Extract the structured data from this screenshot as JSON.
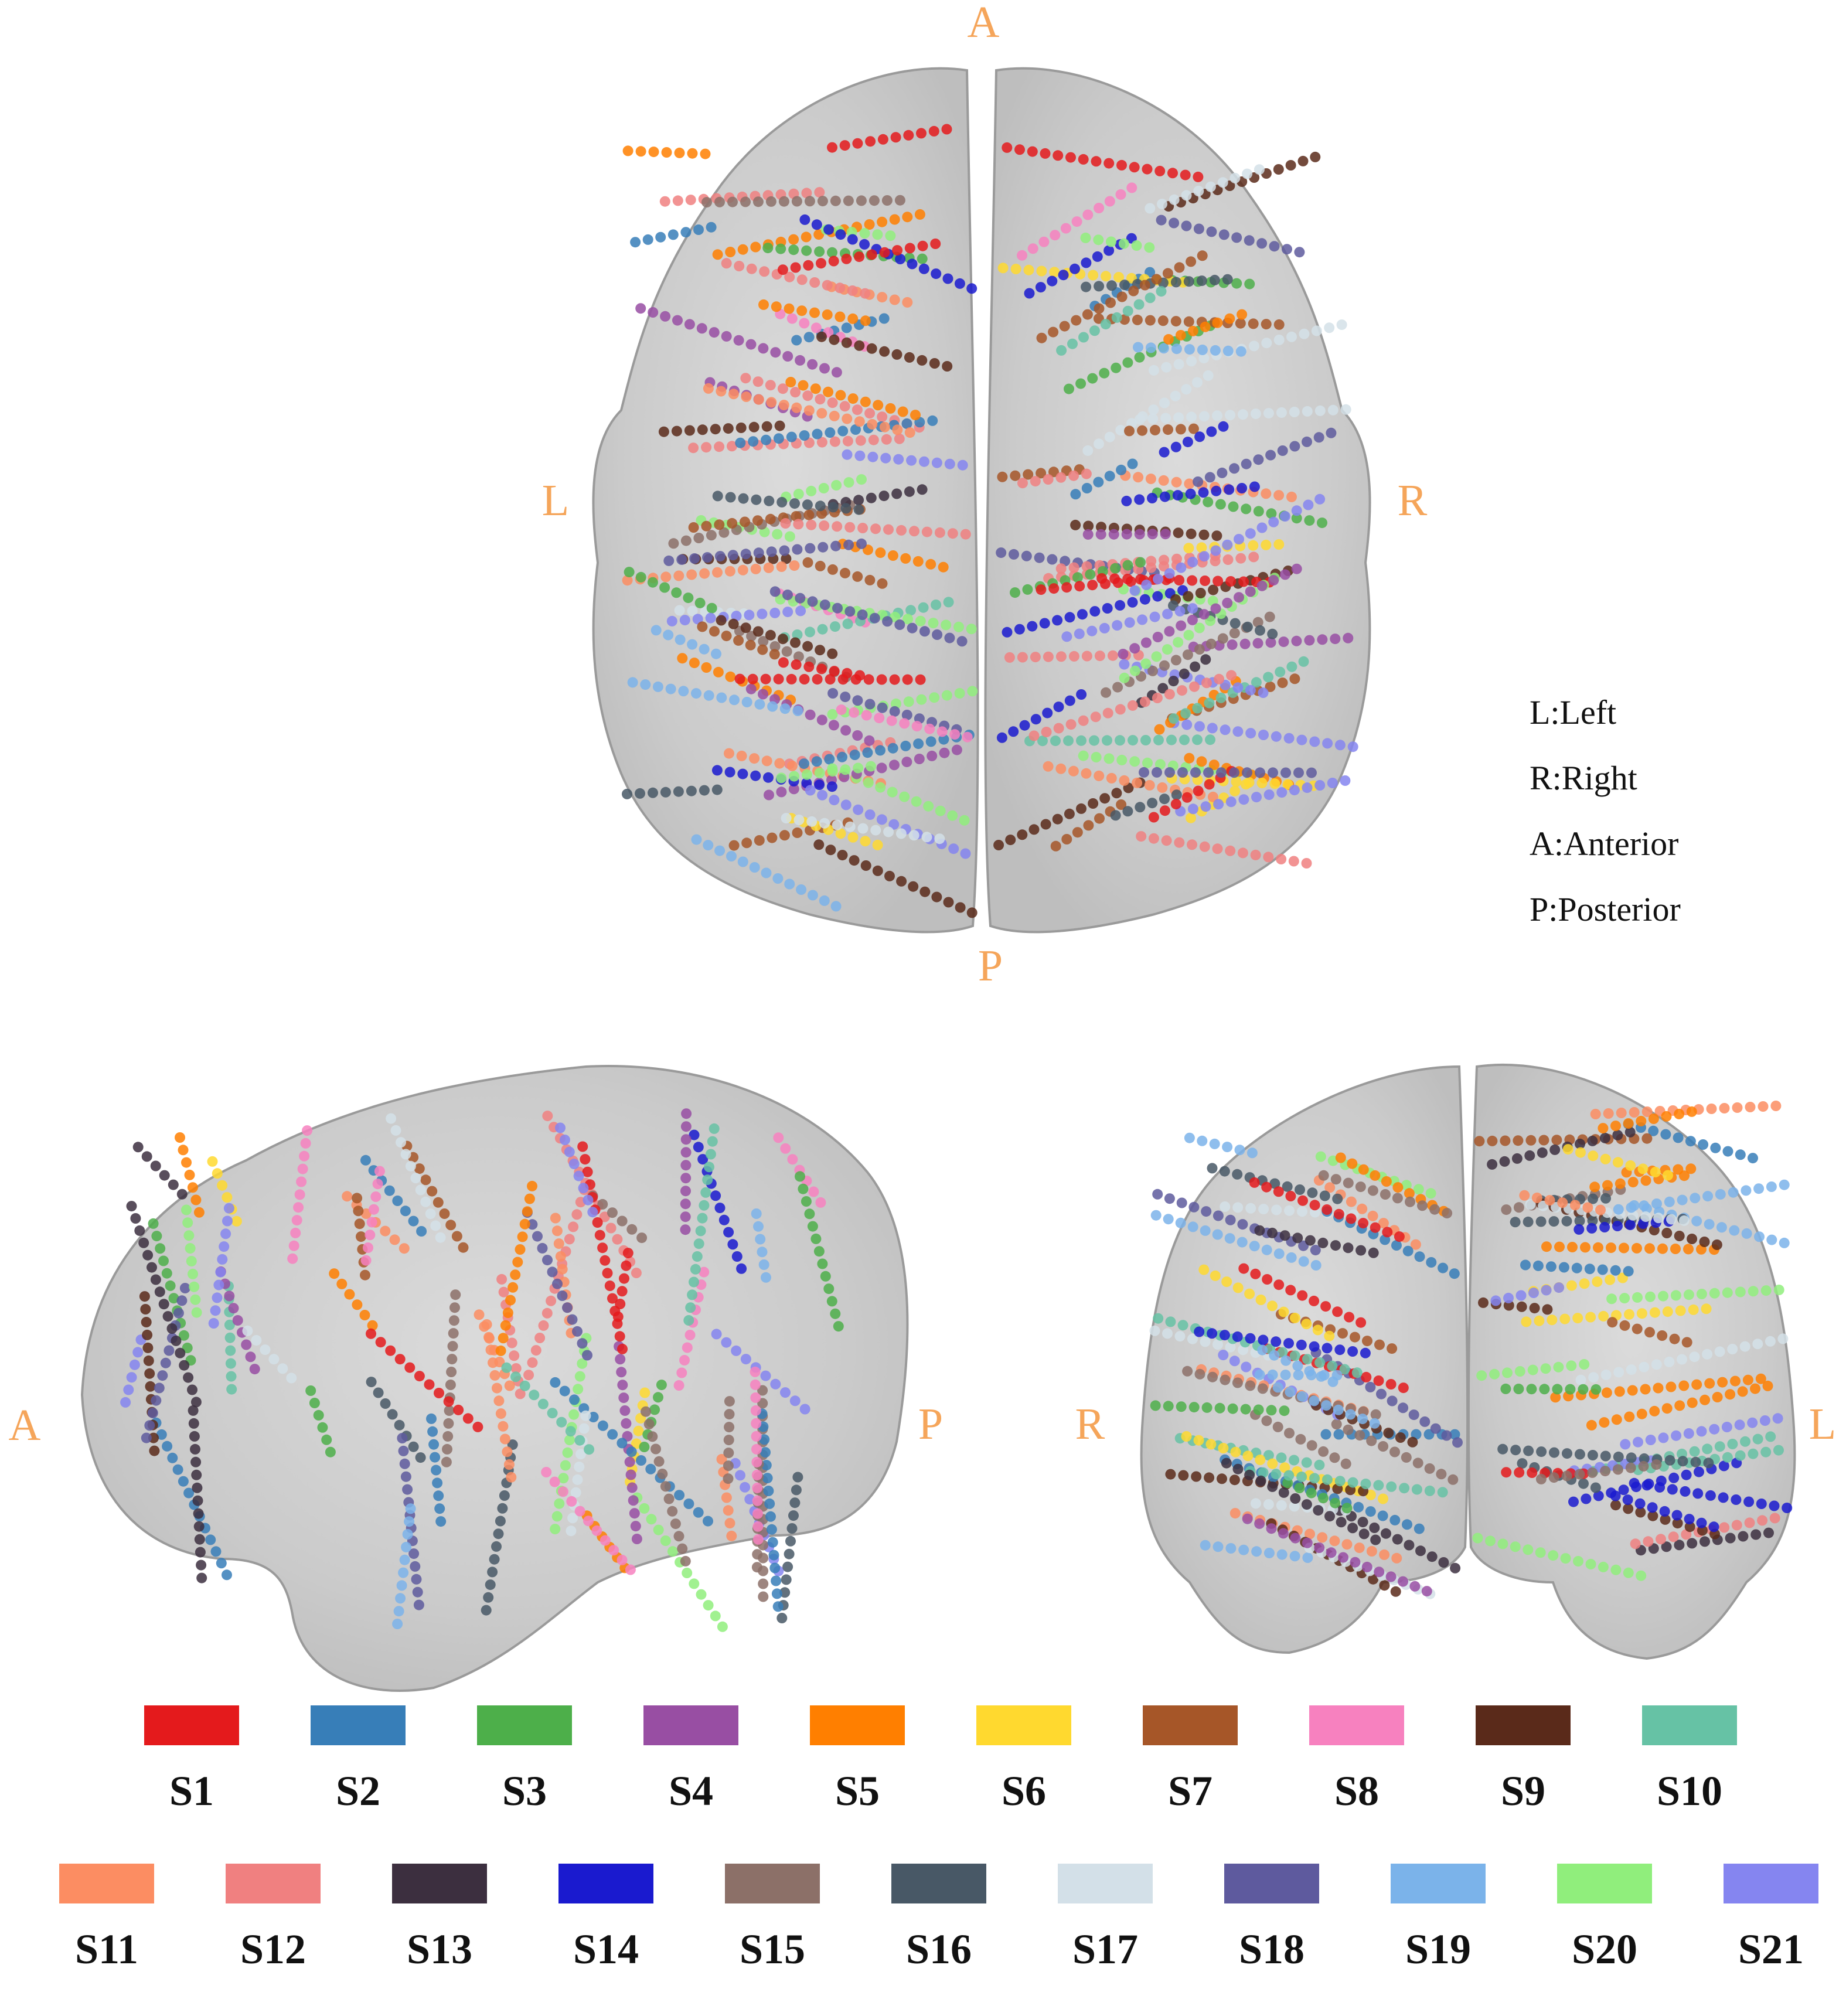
{
  "axial_view": {
    "labels": {
      "anterior": "A",
      "posterior": "P",
      "left": "L",
      "right": "R"
    }
  },
  "sagittal_view": {
    "labels": {
      "anterior": "A",
      "posterior": "P"
    }
  },
  "coronal_view": {
    "labels": {
      "right": "R",
      "left": "L"
    }
  },
  "orientation_key": {
    "left": "L:Left",
    "right": "R:Right",
    "anterior": "A:Anterior",
    "posterior": "P:Posterior"
  },
  "legend": {
    "row1": [
      {
        "label": "S1",
        "color": "#E41A1C"
      },
      {
        "label": "S2",
        "color": "#377EB8"
      },
      {
        "label": "S3",
        "color": "#4DAF4A"
      },
      {
        "label": "S4",
        "color": "#984EA3"
      },
      {
        "label": "S5",
        "color": "#FF7F00"
      },
      {
        "label": "S6",
        "color": "#FFD92F"
      },
      {
        "label": "S7",
        "color": "#A65628"
      },
      {
        "label": "S8",
        "color": "#F781BF"
      },
      {
        "label": "S9",
        "color": "#5A2A1A"
      },
      {
        "label": "S10",
        "color": "#66C2A5"
      }
    ],
    "row2": [
      {
        "label": "S11",
        "color": "#FC8D62"
      },
      {
        "label": "S12",
        "color": "#F08080"
      },
      {
        "label": "S13",
        "color": "#3C2F3F"
      },
      {
        "label": "S14",
        "color": "#1A1ACF"
      },
      {
        "label": "S15",
        "color": "#8C7068"
      },
      {
        "label": "S16",
        "color": "#485866"
      },
      {
        "label": "S17",
        "color": "#D3E0E8"
      },
      {
        "label": "S18",
        "color": "#5E5A9E"
      },
      {
        "label": "S19",
        "color": "#7BB3EA"
      },
      {
        "label": "S20",
        "color": "#90EE7C"
      },
      {
        "label": "S21",
        "color": "#8585F0"
      }
    ]
  }
}
